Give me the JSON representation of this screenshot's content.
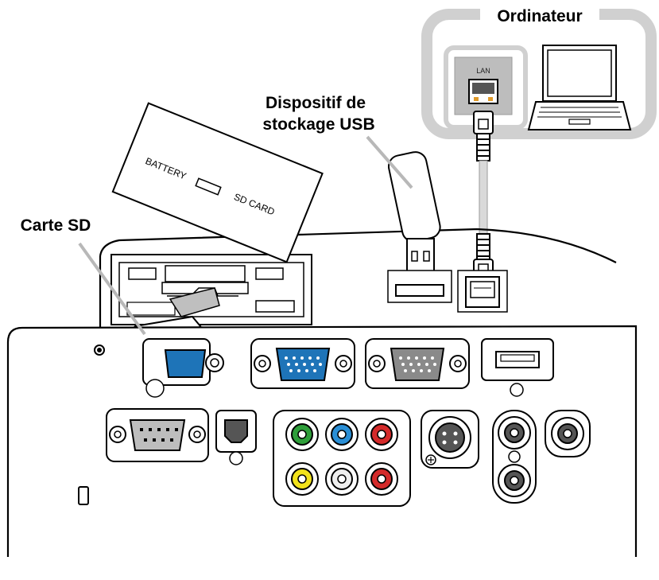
{
  "labels": {
    "computer": "Ordinateur",
    "usb_line1": "Dispositif de",
    "usb_line2": "stockage USB",
    "sd_card": "Carte SD",
    "lan": "LAN",
    "battery": "BATTERY",
    "sd_card_cover": "SD CARD"
  },
  "colors": {
    "outline": "#000000",
    "panel_fill": "#ffffff",
    "computer_frame": "#d4d4d4",
    "lan_box": "#bdbdbd",
    "vga_blue": "#1e74b8",
    "port_gray": "#8a8a8a",
    "jack_green": "#2e9e3a",
    "jack_blue": "#2a8fd6",
    "jack_red": "#d42a2a",
    "jack_yellow": "#f2e21b",
    "jack_white": "#f2f2f2"
  }
}
